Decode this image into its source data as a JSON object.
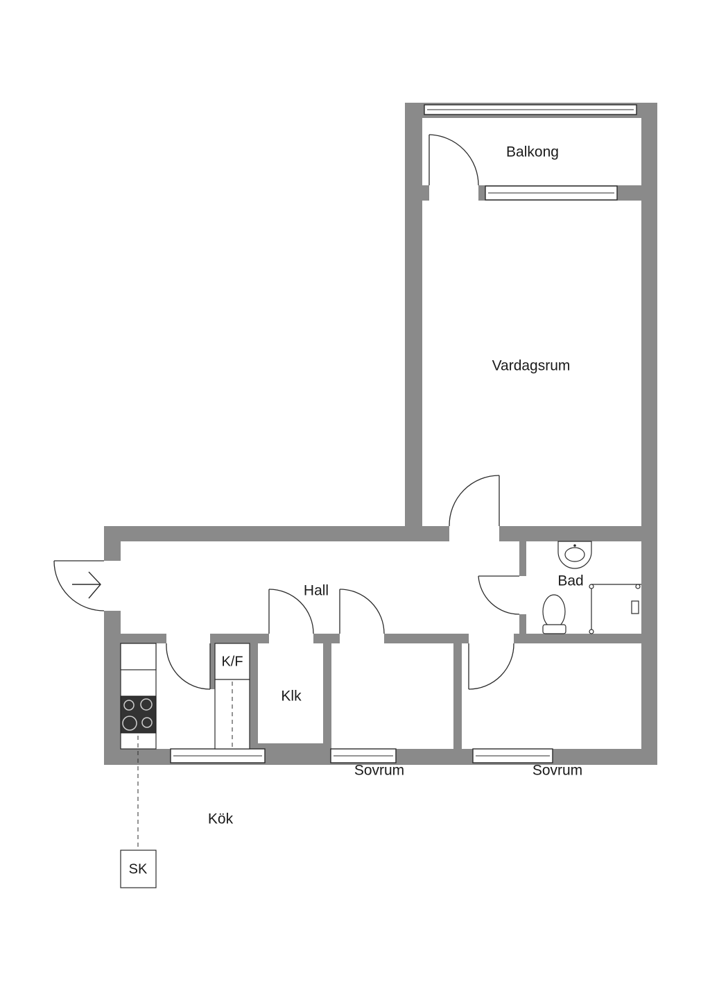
{
  "rooms": {
    "balkong": "Balkong",
    "vardagsrum": "Vardagsrum",
    "hall": "Hall",
    "bad": "Bad",
    "klk": "Klk",
    "kok": "Kök",
    "sovrum_1": "Sovrum",
    "sovrum_2": "Sovrum"
  },
  "fixtures": {
    "fridge_freezer": "K/F",
    "closet": "SK"
  },
  "colors": {
    "wall": "#8a8a8a",
    "line": "#2a2a2a",
    "background": "#ffffff"
  }
}
